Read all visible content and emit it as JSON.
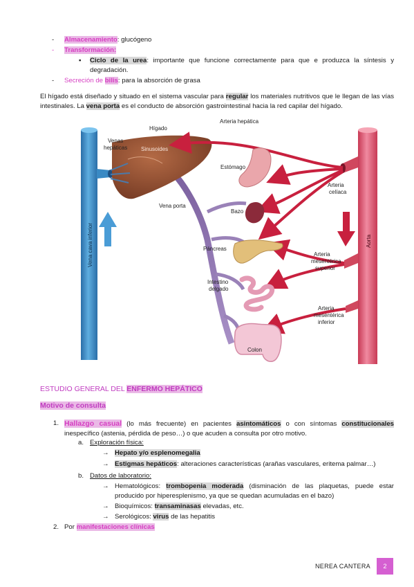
{
  "top_list": {
    "item1_key": "Almacenamiento",
    "item1_rest": ": glucógeno",
    "item2_key": "Transformación:",
    "item2_sub_key": "Ciclo de la urea",
    "item2_sub_rest": ": importante que funcione correctamente para que e produzca la síntesis y degradación.",
    "item3_pre": "Secreción de ",
    "item3_key": "bilis",
    "item3_rest": ": para la absorción de grasa"
  },
  "para": {
    "p1": "El hígado está diseñado y situado en el sistema vascular para ",
    "p1_bold": "regular",
    "p1_rest": " los materiales nutritivos que le llegan de las vías intestinales. La ",
    "p1_bold2": "vena porta",
    "p1_rest2": " es el conducto de absorción gastrointestinal hacia la red capilar del hígado."
  },
  "figure": {
    "labels": {
      "higado": "Hígado",
      "venas_hepaticas_1": "Venas",
      "venas_hepaticas_2": "hepáticas",
      "sinusoides": "Sinusoides",
      "arteria_hepatica": "Arteria hepática",
      "estomago": "Estómago",
      "arteria_celiaca_1": "Arteria",
      "arteria_celiaca_2": "celíaca",
      "vena_porta": "Vena porta",
      "bazo": "Bazo",
      "vena_cava": "Vena cava inferior",
      "aorta": "Aorta",
      "pancreas": "Páncreas",
      "ams_1": "Arteria",
      "ams_2": "mesentérica",
      "ams_3": "superior",
      "intestino_1": "Intestino",
      "intestino_2": "delgado",
      "ami_1": "Arteria",
      "ami_2": "mesentérica",
      "ami_3": "inferior",
      "colon": "Colon"
    },
    "colors": {
      "artery": "#c8203e",
      "vein_blue": "#3a8ac4",
      "portal": "#8a72a6",
      "liver": "#8b4a2c"
    }
  },
  "section": {
    "title_pre": "ESTUDIO GENERAL DEL ",
    "title_bold": "ENFERMO HEPÁTICO",
    "subtitle": "Motivo de consulta"
  },
  "list": {
    "n1": "1.",
    "i1_key": "Hallazgo casual",
    "i1_a": " (lo más frecuente) en pacientes ",
    "i1_b": "asintomáticos",
    "i1_c": " o con síntomas ",
    "i1_d": "constitucionales",
    "i1_e": " inespecífico (astenia, pérdida de peso…) o que acuden a consulta por otro motivo.",
    "a_mark": "a.",
    "a_label": "Exploración física:",
    "a1": "Hepato y/o esplenomegalia",
    "a2_key": "Estigmas hepáticos",
    "a2_rest": ": alteraciones características (arañas vasculares, eritema palmar…)",
    "b_mark": "b.",
    "b_label": "Datos de laboratorio:",
    "b1_pre": "Hematológicos: ",
    "b1_key": "trombopenia moderada",
    "b1_rest": " (disminación de las plaquetas, puede estar producido por hiperesplenismo, ya que se quedan acumuladas en el bazo)",
    "b2_pre": "Bioquímicos: ",
    "b2_key": "transaminasas",
    "b2_rest": " elevadas, etc.",
    "b3_pre": "Serológicos: ",
    "b3_key": "virus",
    "b3_rest": " de las hepatitis",
    "n2": "2.",
    "i2_pre": "Por ",
    "i2_key": "manifestaciones clínicas"
  },
  "footer": {
    "name": "NEREA CANTERA",
    "page": "2"
  }
}
